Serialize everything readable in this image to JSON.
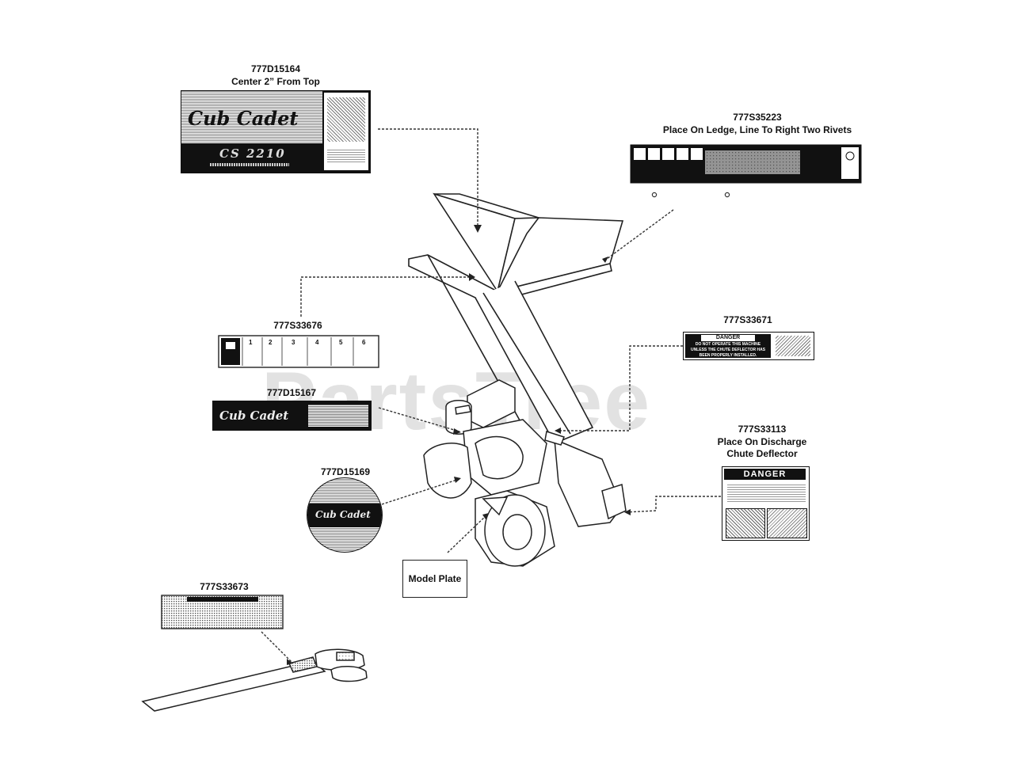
{
  "watermark": "PartsTree",
  "callouts": {
    "d15164": {
      "part": "777D15164",
      "note": "Center 2” From Top",
      "logo_text": "Cub Cadet",
      "model_text": "CS 2210"
    },
    "s35223": {
      "part": "777S35223",
      "note": "Place On Ledge, Line To Right Two Rivets"
    },
    "s33676": {
      "part": "777S33676",
      "steps": [
        "1",
        "2",
        "3",
        "4",
        "5",
        "6"
      ]
    },
    "s33671": {
      "part": "777S33671",
      "banner": "DANGER",
      "line1": "DO NOT OPERATE THIS MACHINE",
      "line2": "UNLESS THE CHUTE DEFLECTOR HAS",
      "line3": "BEEN PROPERLY INSTALLED."
    },
    "d15167": {
      "part": "777D15167",
      "logo_text": "Cub Cadet"
    },
    "s33113": {
      "part": "777S33113",
      "note_line1": "Place On Discharge",
      "note_line2": "Chute Deflector",
      "banner": "DANGER"
    },
    "d15169": {
      "part": "777D15169",
      "logo_text": "Cub Cadet"
    },
    "model_plate": {
      "label": "Model Plate"
    },
    "s33673": {
      "part": "777S33673"
    }
  }
}
